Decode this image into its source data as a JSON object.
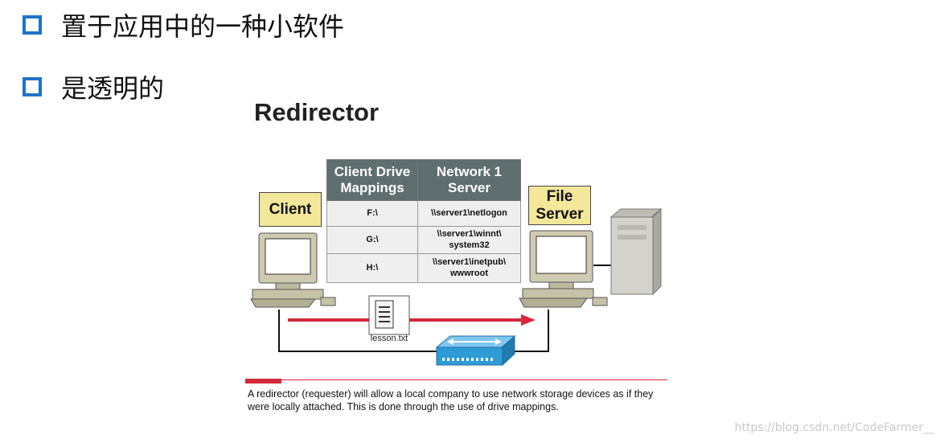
{
  "bullets": [
    {
      "text": "置于应用中的一种小软件"
    },
    {
      "text": "是透明的"
    }
  ],
  "diagram": {
    "title": "Redirector",
    "client_label": "Client",
    "server_label_line1": "File",
    "server_label_line2": "Server",
    "table": {
      "headers": [
        {
          "line1": "Client Drive",
          "line2": "Mappings"
        },
        {
          "line1": "Network 1",
          "line2": "Server"
        }
      ],
      "rows": [
        {
          "drive": "F:\\",
          "path_line1": "\\\\server1\\netlogon",
          "path_line2": ""
        },
        {
          "drive": "G:\\",
          "path_line1": "\\\\server1\\winnt\\",
          "path_line2": "system32"
        },
        {
          "drive": "H:\\",
          "path_line1": "\\\\server1\\inetpub\\",
          "path_line2": "wwwroot"
        }
      ]
    },
    "file_name": "lesson.txt",
    "caption": "A redirector (requester) will allow a local company to use network storage devices as if they were locally attached. This is done through the use of drive mappings.",
    "colors": {
      "bullet_square": "#1d74c6",
      "label_fill": "#f3e79a",
      "table_header": "#5f6f6f",
      "arrow": "#d4283a",
      "hub": "#2e9bd6"
    }
  },
  "watermark": "https://blog.csdn.net/CodeFarmer__"
}
